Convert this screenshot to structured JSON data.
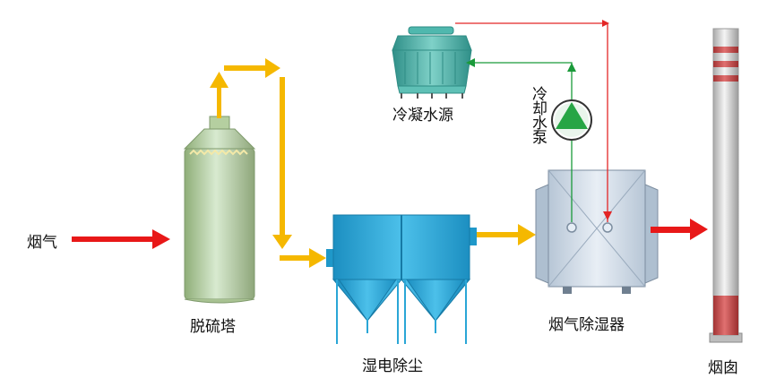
{
  "labels": {
    "flue_gas_in": "烟气",
    "desulfurization_tower": "脱硫塔",
    "wet_esp": "湿电除尘",
    "condensing_water_source": "冷凝水源",
    "cooling_water_pump": "冷却水泵",
    "flue_gas_dehumidifier": "烟气除湿器",
    "chimney": "烟囱"
  },
  "colors": {
    "flue_gas_arrow": "#e81818",
    "gas_flow_arrow": "#f5b800",
    "hot_water_line": "#e32626",
    "cold_water_line": "#1a9a3a",
    "tower": "#b9d3a4",
    "esp": "#2aa6d6",
    "cooling_tower": "#3fb0a6",
    "pump": "#27a545",
    "dehumidifier": "#c9d6e3",
    "chimney_stripe": "#c94a4a"
  }
}
